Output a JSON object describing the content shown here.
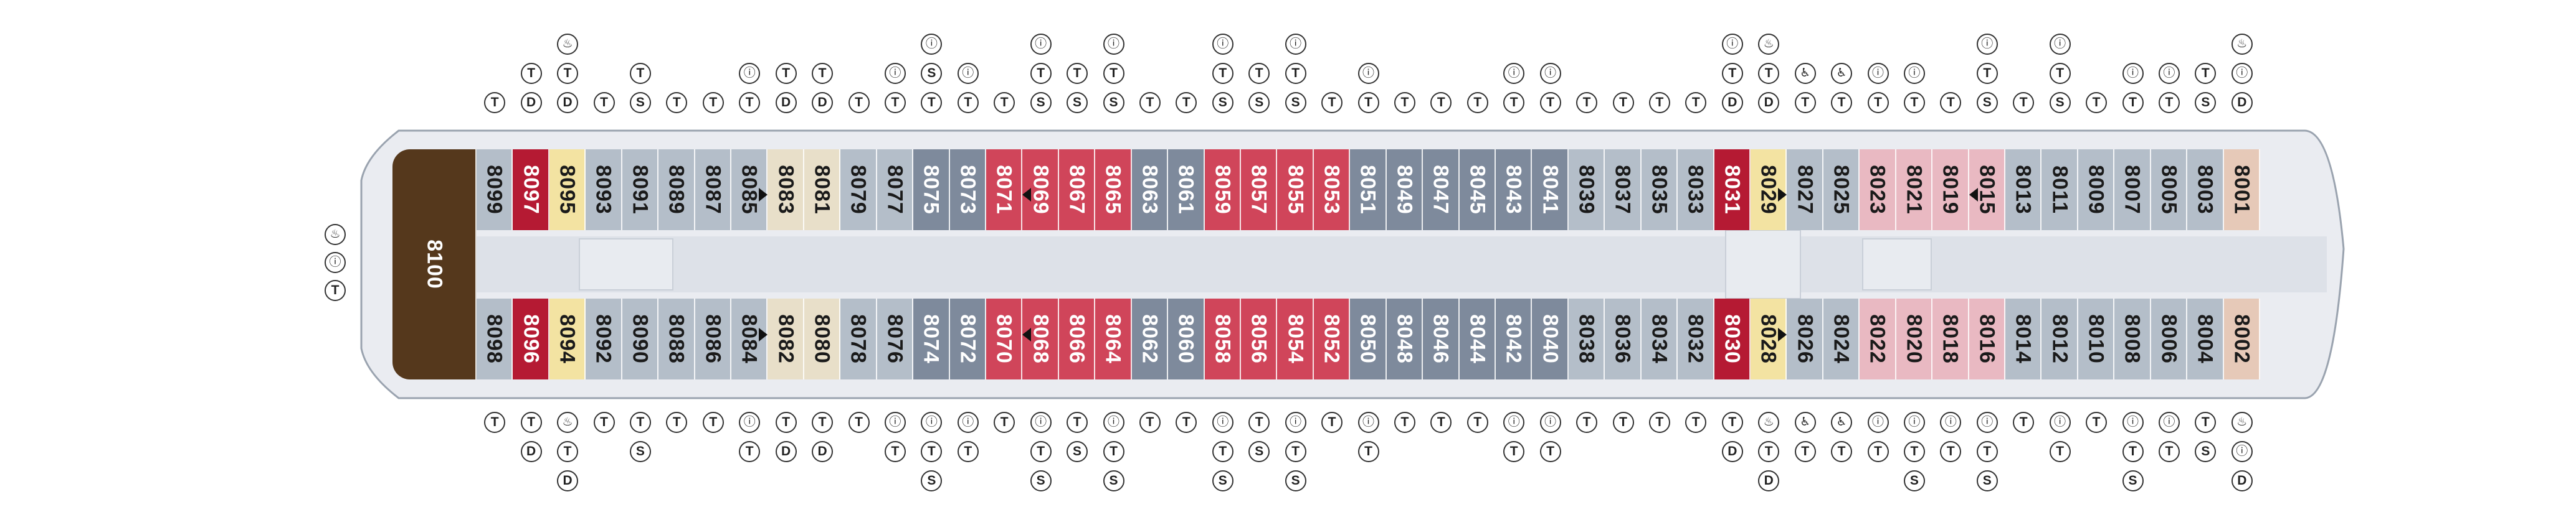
{
  "legend_codes": {
    "T": "T",
    "D": "D",
    "S": "S",
    "B": "ⓘ",
    "W": "♨",
    "F": "♂",
    "A": "♿",
    "E": "☰"
  },
  "colors": {
    "grey": "#b4bec9",
    "slate": "#7e8a9c",
    "red": "#d0455a",
    "darkred": "#b51a33",
    "yellow": "#f3e3a2",
    "beige": "#e8dfc9",
    "pink": "#e9b9c2",
    "tan": "#e6c9b8",
    "brown": "#55381c",
    "hull": "#eaecf1",
    "corridor": "#dde1e8",
    "text_dark": "#1a1a1a",
    "text_light": "#ffffff"
  },
  "aft_suite": {
    "number": "8100"
  },
  "aft_symbols": [
    "W",
    "B",
    "T"
  ],
  "top_cabins": [
    {
      "n": "8099",
      "c": "grey",
      "sym": [
        "T"
      ]
    },
    {
      "n": "8097",
      "c": "darkred",
      "sym": [
        "T",
        "D"
      ]
    },
    {
      "n": "8095",
      "c": "yellow",
      "sym": [
        "W",
        "T",
        "D"
      ]
    },
    {
      "n": "8093",
      "c": "grey",
      "sym": [
        "T"
      ]
    },
    {
      "n": "8091",
      "c": "grey",
      "sym": [
        "T",
        "S"
      ]
    },
    {
      "n": "8089",
      "c": "grey",
      "sym": [
        "T"
      ]
    },
    {
      "n": "8087",
      "c": "grey",
      "sym": [
        "T"
      ]
    },
    {
      "n": "8085",
      "c": "grey",
      "sym": [
        "B",
        "T"
      ]
    },
    {
      "n": "8083",
      "c": "beige",
      "sym": [
        "T",
        "D"
      ]
    },
    {
      "n": "8081",
      "c": "beige",
      "sym": [
        "T",
        "D"
      ]
    },
    {
      "n": "8079",
      "c": "grey",
      "sym": [
        "T"
      ]
    },
    {
      "n": "8077",
      "c": "grey",
      "sym": [
        "B",
        "T"
      ]
    },
    {
      "n": "8075",
      "c": "slate",
      "sym": [
        "B",
        "S",
        "T"
      ]
    },
    {
      "n": "8073",
      "c": "slate",
      "sym": [
        "B",
        "T"
      ]
    },
    {
      "n": "8071",
      "c": "red",
      "sym": [
        "T"
      ]
    },
    {
      "n": "8069",
      "c": "red",
      "sym": [
        "B",
        "T",
        "S"
      ]
    },
    {
      "n": "8067",
      "c": "red",
      "sym": [
        "T",
        "S"
      ]
    },
    {
      "n": "8065",
      "c": "red",
      "sym": [
        "B",
        "T",
        "S"
      ]
    },
    {
      "n": "8063",
      "c": "slate",
      "sym": [
        "T"
      ]
    },
    {
      "n": "8061",
      "c": "slate",
      "sym": [
        "T"
      ]
    },
    {
      "n": "8059",
      "c": "red",
      "sym": [
        "B",
        "T",
        "S"
      ]
    },
    {
      "n": "8057",
      "c": "red",
      "sym": [
        "T",
        "S"
      ]
    },
    {
      "n": "8055",
      "c": "red",
      "sym": [
        "B",
        "T",
        "S"
      ]
    },
    {
      "n": "8053",
      "c": "red",
      "sym": [
        "T"
      ]
    },
    {
      "n": "8051",
      "c": "slate",
      "sym": [
        "B",
        "T"
      ]
    },
    {
      "n": "8049",
      "c": "slate",
      "sym": [
        "T"
      ]
    },
    {
      "n": "8047",
      "c": "slate",
      "sym": [
        "T"
      ]
    },
    {
      "n": "8045",
      "c": "slate",
      "sym": [
        "T"
      ]
    },
    {
      "n": "8043",
      "c": "slate",
      "sym": [
        "B",
        "T"
      ]
    },
    {
      "n": "8041",
      "c": "slate",
      "sym": [
        "B",
        "T"
      ]
    },
    {
      "n": "8039",
      "c": "grey",
      "sym": [
        "T"
      ]
    },
    {
      "n": "8037",
      "c": "grey",
      "sym": [
        "T"
      ]
    },
    {
      "n": "8035",
      "c": "grey",
      "sym": [
        "T"
      ]
    },
    {
      "n": "8033",
      "c": "grey",
      "sym": [
        "T"
      ]
    },
    {
      "n": "8031",
      "c": "darkred",
      "sym": [
        "B",
        "T",
        "D"
      ]
    },
    {
      "n": "8029",
      "c": "yellow",
      "sym": [
        "W",
        "T",
        "D"
      ]
    },
    {
      "n": "8027",
      "c": "grey",
      "sym": [
        "A",
        "T"
      ]
    },
    {
      "n": "8025",
      "c": "grey",
      "sym": [
        "A",
        "T"
      ]
    },
    {
      "n": "8023",
      "c": "pink",
      "sym": [
        "B",
        "T"
      ]
    },
    {
      "n": "8021",
      "c": "pink",
      "sym": [
        "B",
        "T"
      ]
    },
    {
      "n": "8019",
      "c": "pink",
      "sym": [
        "T"
      ]
    },
    {
      "n": "8015",
      "c": "pink",
      "sym": [
        "B",
        "T",
        "S"
      ]
    },
    {
      "n": "8013",
      "c": "grey",
      "sym": [
        "T"
      ]
    },
    {
      "n": "8011",
      "c": "grey",
      "sym": [
        "B",
        "T",
        "S"
      ]
    },
    {
      "n": "8009",
      "c": "grey",
      "sym": [
        "T"
      ]
    },
    {
      "n": "8007",
      "c": "grey",
      "sym": [
        "B",
        "T"
      ]
    },
    {
      "n": "8005",
      "c": "grey",
      "sym": [
        "B",
        "T"
      ]
    },
    {
      "n": "8003",
      "c": "grey",
      "sym": [
        "T",
        "S"
      ]
    },
    {
      "n": "8001",
      "c": "tan",
      "sym": [
        "W",
        "B",
        "D"
      ]
    }
  ],
  "bottom_cabins": [
    {
      "n": "8098",
      "c": "grey",
      "sym": [
        "T"
      ]
    },
    {
      "n": "8096",
      "c": "darkred",
      "sym": [
        "T",
        "D"
      ]
    },
    {
      "n": "8094",
      "c": "yellow",
      "sym": [
        "W",
        "T",
        "D"
      ]
    },
    {
      "n": "8092",
      "c": "grey",
      "sym": [
        "T"
      ]
    },
    {
      "n": "8090",
      "c": "grey",
      "sym": [
        "T",
        "S"
      ]
    },
    {
      "n": "8088",
      "c": "grey",
      "sym": [
        "T"
      ]
    },
    {
      "n": "8086",
      "c": "grey",
      "sym": [
        "T"
      ]
    },
    {
      "n": "8084",
      "c": "grey",
      "sym": [
        "B",
        "T"
      ]
    },
    {
      "n": "8082",
      "c": "beige",
      "sym": [
        "T",
        "D"
      ]
    },
    {
      "n": "8080",
      "c": "beige",
      "sym": [
        "T",
        "D"
      ]
    },
    {
      "n": "8078",
      "c": "grey",
      "sym": [
        "T"
      ]
    },
    {
      "n": "8076",
      "c": "grey",
      "sym": [
        "B",
        "T"
      ]
    },
    {
      "n": "8074",
      "c": "slate",
      "sym": [
        "B",
        "T",
        "S"
      ]
    },
    {
      "n": "8072",
      "c": "slate",
      "sym": [
        "B",
        "T"
      ]
    },
    {
      "n": "8070",
      "c": "red",
      "sym": [
        "T"
      ]
    },
    {
      "n": "8068",
      "c": "red",
      "sym": [
        "B",
        "T",
        "S"
      ]
    },
    {
      "n": "8066",
      "c": "red",
      "sym": [
        "T",
        "S"
      ]
    },
    {
      "n": "8064",
      "c": "red",
      "sym": [
        "B",
        "T",
        "S"
      ]
    },
    {
      "n": "8062",
      "c": "slate",
      "sym": [
        "T"
      ]
    },
    {
      "n": "8060",
      "c": "slate",
      "sym": [
        "T"
      ]
    },
    {
      "n": "8058",
      "c": "red",
      "sym": [
        "B",
        "T",
        "S"
      ]
    },
    {
      "n": "8056",
      "c": "red",
      "sym": [
        "T",
        "S"
      ]
    },
    {
      "n": "8054",
      "c": "red",
      "sym": [
        "B",
        "T",
        "S"
      ]
    },
    {
      "n": "8052",
      "c": "red",
      "sym": [
        "T"
      ]
    },
    {
      "n": "8050",
      "c": "slate",
      "sym": [
        "B",
        "T"
      ]
    },
    {
      "n": "8048",
      "c": "slate",
      "sym": [
        "T"
      ]
    },
    {
      "n": "8046",
      "c": "slate",
      "sym": [
        "T"
      ]
    },
    {
      "n": "8044",
      "c": "slate",
      "sym": [
        "T"
      ]
    },
    {
      "n": "8042",
      "c": "slate",
      "sym": [
        "B",
        "T"
      ]
    },
    {
      "n": "8040",
      "c": "slate",
      "sym": [
        "B",
        "T"
      ]
    },
    {
      "n": "8038",
      "c": "grey",
      "sym": [
        "T"
      ]
    },
    {
      "n": "8036",
      "c": "grey",
      "sym": [
        "T"
      ]
    },
    {
      "n": "8034",
      "c": "grey",
      "sym": [
        "T"
      ]
    },
    {
      "n": "8032",
      "c": "grey",
      "sym": [
        "T"
      ]
    },
    {
      "n": "8030",
      "c": "darkred",
      "sym": [
        "T",
        "D"
      ]
    },
    {
      "n": "8028",
      "c": "yellow",
      "sym": [
        "W",
        "T",
        "D"
      ]
    },
    {
      "n": "8026",
      "c": "grey",
      "sym": [
        "A",
        "T"
      ]
    },
    {
      "n": "8024",
      "c": "grey",
      "sym": [
        "A",
        "T"
      ]
    },
    {
      "n": "8022",
      "c": "pink",
      "sym": [
        "B",
        "T"
      ]
    },
    {
      "n": "8020",
      "c": "pink",
      "sym": [
        "B",
        "T",
        "S"
      ]
    },
    {
      "n": "8018",
      "c": "pink",
      "sym": [
        "B",
        "T"
      ]
    },
    {
      "n": "8016",
      "c": "pink",
      "sym": [
        "B",
        "T",
        "S"
      ]
    },
    {
      "n": "8014",
      "c": "grey",
      "sym": [
        "T"
      ]
    },
    {
      "n": "8012",
      "c": "grey",
      "sym": [
        "B",
        "T"
      ]
    },
    {
      "n": "8010",
      "c": "grey",
      "sym": [
        "T"
      ]
    },
    {
      "n": "8008",
      "c": "grey",
      "sym": [
        "B",
        "T",
        "S"
      ]
    },
    {
      "n": "8006",
      "c": "grey",
      "sym": [
        "B",
        "T"
      ]
    },
    {
      "n": "8004",
      "c": "grey",
      "sym": [
        "T",
        "S"
      ]
    },
    {
      "n": "8002",
      "c": "tan",
      "sym": [
        "W",
        "B",
        "D"
      ]
    }
  ]
}
